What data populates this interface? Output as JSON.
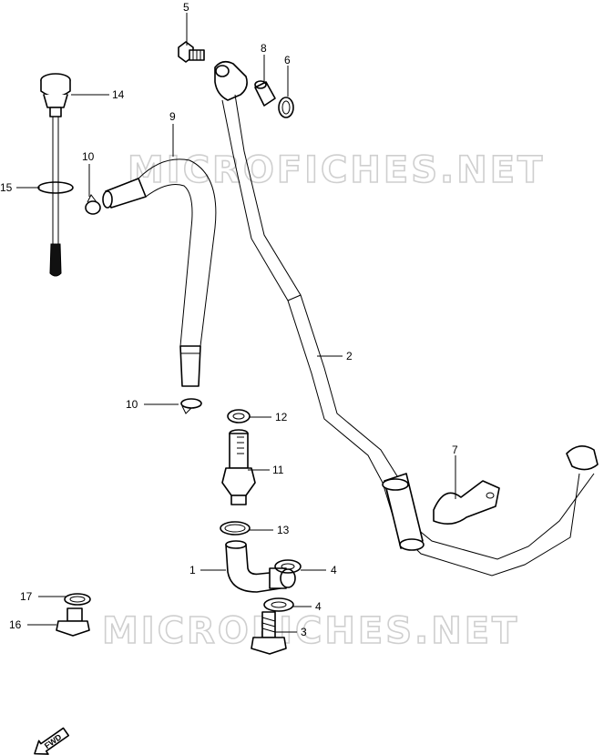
{
  "watermark": "MICROFICHES.NET",
  "fwd_label": "FWD",
  "callouts": [
    {
      "id": "5",
      "label": "5"
    },
    {
      "id": "8",
      "label": "8"
    },
    {
      "id": "6",
      "label": "6"
    },
    {
      "id": "14",
      "label": "14"
    },
    {
      "id": "9",
      "label": "9"
    },
    {
      "id": "10a",
      "label": "10"
    },
    {
      "id": "15",
      "label": "15"
    },
    {
      "id": "10b",
      "label": "10"
    },
    {
      "id": "12",
      "label": "12"
    },
    {
      "id": "11",
      "label": "11"
    },
    {
      "id": "2",
      "label": "2"
    },
    {
      "id": "7",
      "label": "7"
    },
    {
      "id": "13",
      "label": "13"
    },
    {
      "id": "1",
      "label": "1"
    },
    {
      "id": "4a",
      "label": "4"
    },
    {
      "id": "4b",
      "label": "4"
    },
    {
      "id": "17",
      "label": "17"
    },
    {
      "id": "16",
      "label": "16"
    },
    {
      "id": "3",
      "label": "3"
    }
  ]
}
